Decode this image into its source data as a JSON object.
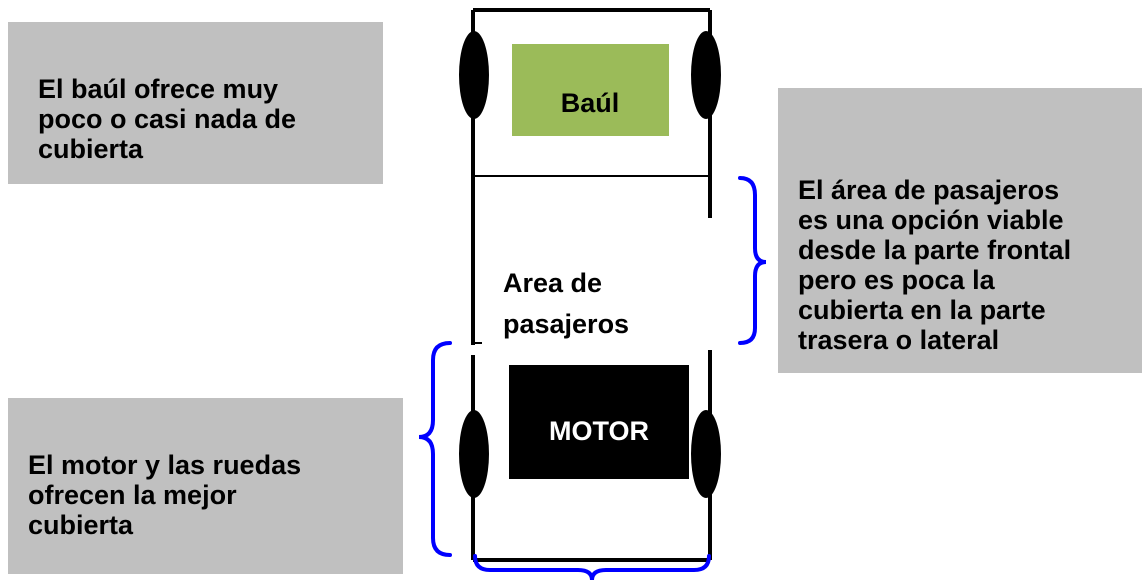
{
  "notes": {
    "trunk": "El baúl ofrece muy\npoco o casi nada de\ncubierta",
    "passengers": "El área de pasajeros\nes una opción viable\ndesde la parte frontal\npero es poca la\ncubierta  en la parte\ntrasera o lateral",
    "motor": "El motor y las ruedas\nofrecen la mejor\ncubierta"
  },
  "car": {
    "trunk_label": "Baúl",
    "passenger_label_line1": "Area de",
    "passenger_label_line2": "pasajeros",
    "motor_label": "MOTOR"
  },
  "colors": {
    "note_background": "#c0c0c0",
    "trunk_fill": "#9bbb59",
    "motor_fill": "#000000",
    "brace": "#0000ff",
    "car_outline": "#000000"
  }
}
